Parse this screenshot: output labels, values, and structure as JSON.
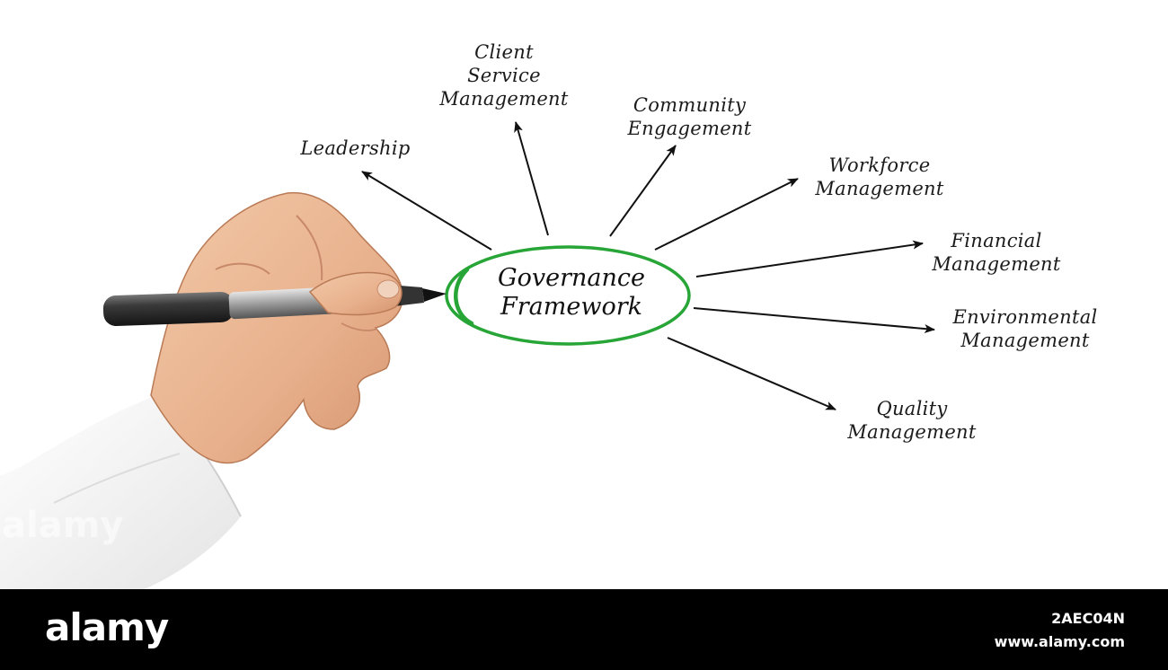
{
  "center": {
    "line1": "Governance",
    "line2": "Framework"
  },
  "branches": {
    "leadership": {
      "line1": "Leadership"
    },
    "client_service": {
      "line1": "Client",
      "line2": "Service",
      "line3": "Management"
    },
    "community": {
      "line1": "Community",
      "line2": "Engagement"
    },
    "workforce": {
      "line1": "Workforce",
      "line2": "Management"
    },
    "financial": {
      "line1": "Financial",
      "line2": "Management"
    },
    "environmental": {
      "line1": "Environmental",
      "line2": "Management"
    },
    "quality": {
      "line1": "Quality",
      "line2": "Management"
    }
  },
  "colors": {
    "ellipse": "#27a536",
    "ink": "#111111",
    "footer": "#000000"
  },
  "icons": {
    "hand": "hand-holding-marker-icon",
    "marker": "marker-pen-icon"
  },
  "footer": {
    "logo": "alamy",
    "image_id": "2AEC04N",
    "url": "www.alamy.com"
  },
  "watermark": "alamy"
}
